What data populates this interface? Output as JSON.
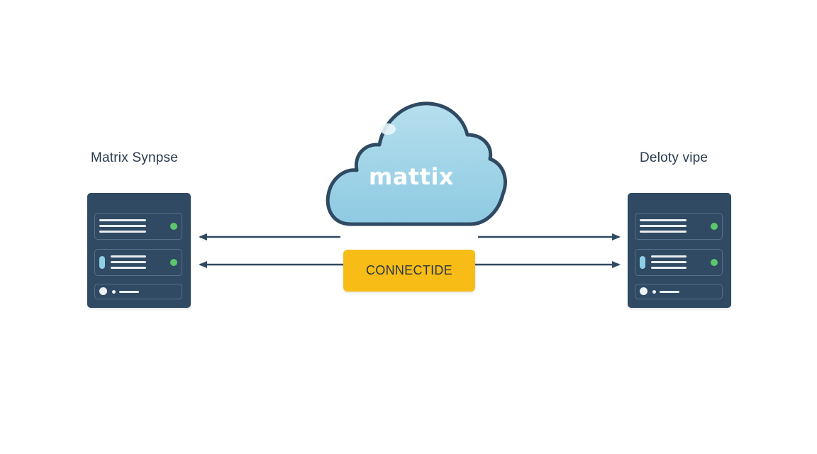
{
  "nodes": {
    "left": {
      "label": "Matrix Synpse"
    },
    "right": {
      "label": "Deloty vipe"
    }
  },
  "cloud": {
    "label": "mattix"
  },
  "connector": {
    "label": "CONNECTIDE"
  },
  "colors": {
    "server_body": "#2f4a62",
    "cloud_fill": "#9fd2e6",
    "cloud_stroke": "#2f4a62",
    "badge": "#f7bd16",
    "led_green": "#5cc66a",
    "arrow": "#2f4a62"
  }
}
